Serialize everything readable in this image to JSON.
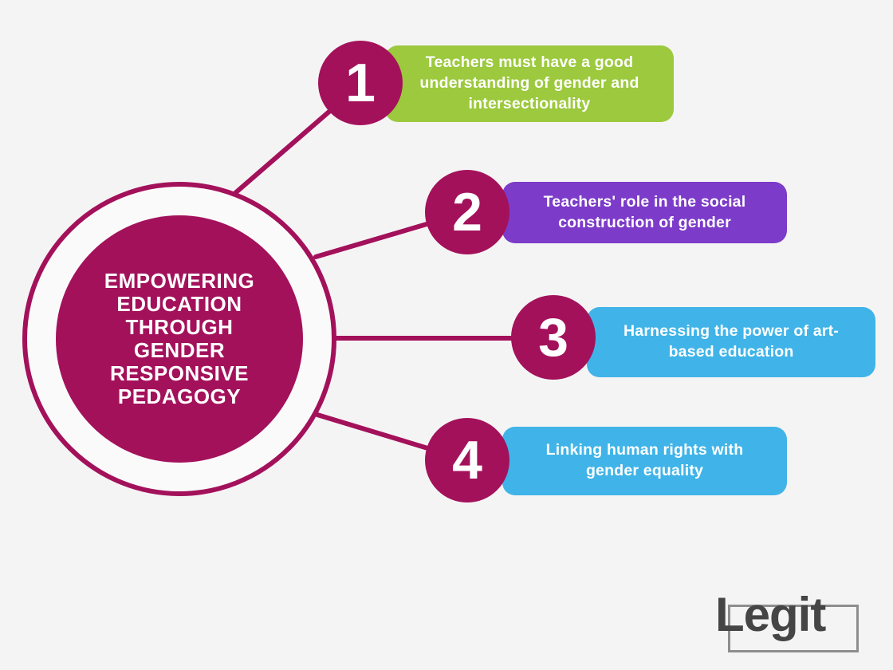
{
  "canvas": {
    "background_color": "#f5f4f5"
  },
  "center": {
    "title_lines": [
      "EMPOWERING",
      "EDUCATION",
      "THROUGH",
      "GENDER",
      "RESPONSIVE",
      "PEDAGOGY"
    ],
    "circle_color": "#a3115b",
    "text_color": "#ffffff"
  },
  "items": [
    {
      "number": "1",
      "label": "Teachers must have a good understanding of gender and intersectionality",
      "bar_color": "#9cc93d",
      "circle_color": "#a3115b"
    },
    {
      "number": "2",
      "label": "Teachers' role in the social construction of gender",
      "bar_color": "#7c3bc9",
      "circle_color": "#a3115b"
    },
    {
      "number": "3",
      "label": "Harnessing the power of art-based education",
      "bar_color": "#40b4e8",
      "circle_color": "#a3115b"
    },
    {
      "number": "4",
      "label": "Linking human rights with gender equality",
      "bar_color": "#40b4e8",
      "circle_color": "#a3115b"
    }
  ],
  "connector_color": "#a3115b",
  "logo": {
    "text": "Legit",
    "text_color": "#454545",
    "box_border_color": "#8d8d8d"
  }
}
